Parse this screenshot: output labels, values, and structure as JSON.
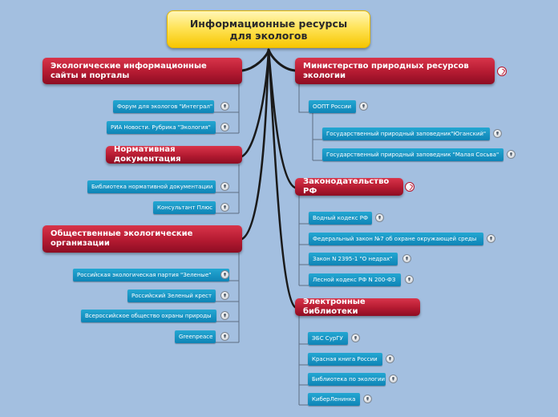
{
  "central": "Информационные ресурсы для экологов",
  "left": [
    {
      "label": "Экологические информационные сайты и порталы",
      "items": [
        "Форум для экологов \"Интеграл\"",
        "РИА Новости. Рубрика \"Экология\""
      ]
    },
    {
      "label": "Нормативная документация",
      "items": [
        "Библиотека нормативной документации",
        "Консультант Плюс"
      ]
    },
    {
      "label": "Общественные экологические организации",
      "items": [
        "Российская экологическая партия \"Зеленые\"",
        "Российский Зеленый крест",
        "Всероссийское общество охраны природы",
        "Greenpeace"
      ]
    }
  ],
  "right": [
    {
      "label": "Министерство природных ресурсов экологии",
      "items": [
        "ООПТ России"
      ],
      "subitems": [
        "Государственный природный заповедник\"Юганский\"",
        "Государственный природный заповедник \"Малая Сосьва\""
      ]
    },
    {
      "label": "Законодательство РФ",
      "items": [
        "Водный кодекс РФ",
        "Федеральный закон №7 об охране окружающей среды",
        "Закон N 2395-1 \"О недрах\"",
        "Лесной кодекс РФ N 200-ФЗ"
      ]
    },
    {
      "label": "Электронные библиотеки",
      "items": [
        "ЭБС СурГУ",
        "Красная книга России",
        "Библиотека по экологии",
        "КиберЛенинка"
      ]
    }
  ],
  "colors": {
    "background": "#a3bfe0",
    "central": "#ffe45a",
    "topic": "#b41a31",
    "leaf": "#1896c6",
    "connector": "#1a1a1a"
  }
}
